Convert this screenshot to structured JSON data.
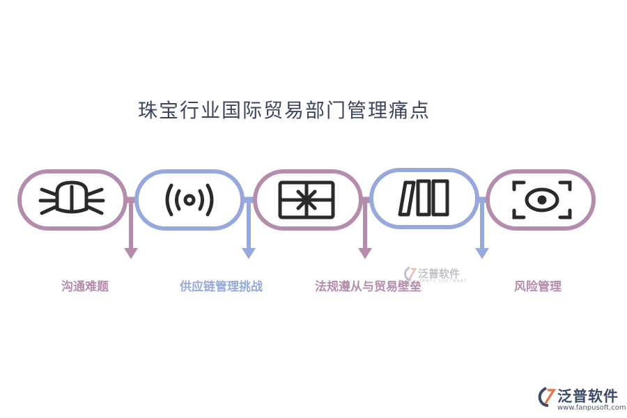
{
  "title": "珠宝行业国际贸易部门管理痛点",
  "colors": {
    "mauve": "#b58cac",
    "blue": "#97a8dc",
    "icon": "#2a2a2a",
    "title": "#3c4560"
  },
  "steps": [
    {
      "label": "沟通难题",
      "icon": "bug-icon",
      "color": "mauve"
    },
    {
      "label": "供应链管理挑战",
      "icon": "broadcast-icon",
      "color": "blue"
    },
    {
      "label": "法规遵从与贸易壁垒",
      "icon": "gift-box-icon",
      "color": "mauve"
    },
    {
      "label": "",
      "icon": "door-panels-icon",
      "color": "blue"
    },
    {
      "label": "风险管理",
      "icon": "focus-target-icon",
      "color": "mauve"
    }
  ],
  "watermark": {
    "text": "泛普软件",
    "sub": "FANPU SOFTWARE"
  },
  "logo": {
    "brand": "泛普软件",
    "url": "www.fanpusoft.com"
  }
}
